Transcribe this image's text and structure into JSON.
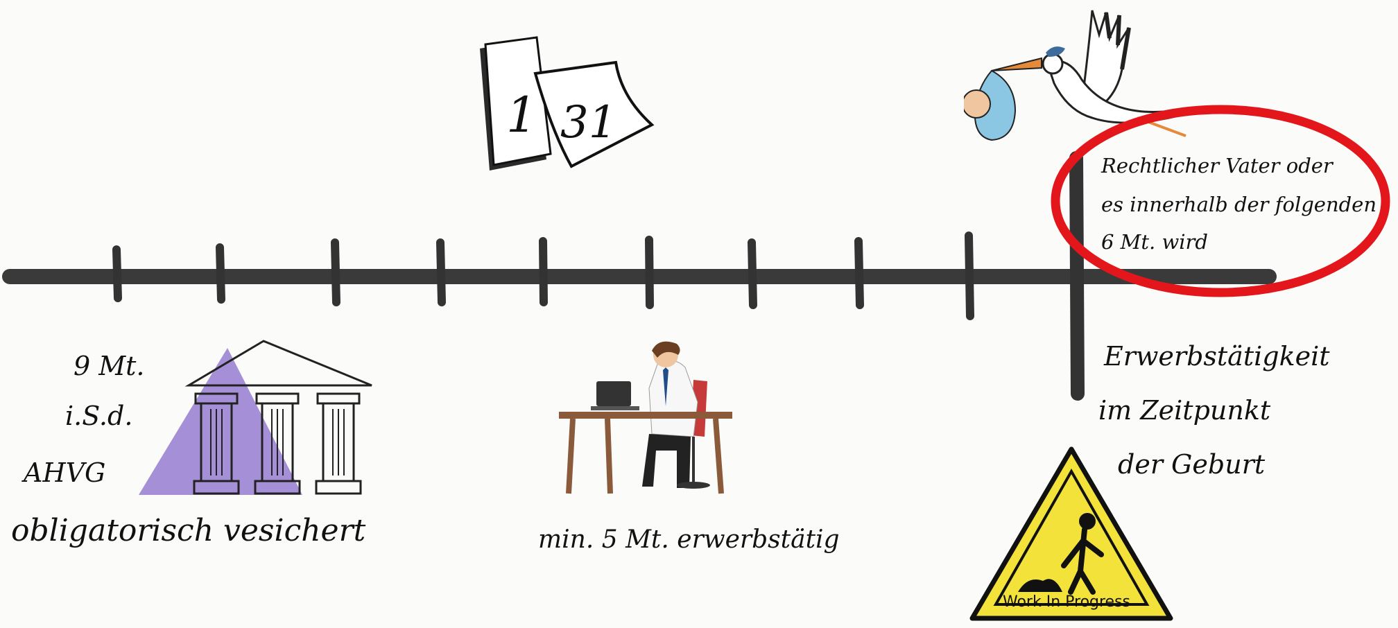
{
  "timeline": {
    "months_label": "9 Mt.",
    "insd_label": "i.S.d.",
    "law_label": "AHVG",
    "insured_caption": "obligatorisch vesichert",
    "work_caption": "min. 5 Mt. erwerbstätig",
    "father_note_lines": [
      "Rechtlicher Vater oder",
      "es innerhalb der folgenden",
      "6 Mt. wird"
    ],
    "employment_note_lines": [
      "Erwerbstätigkeit",
      "im Zeitpunkt",
      "der Geburt"
    ]
  },
  "calendar": {
    "left_number": "1",
    "right_number": "31"
  },
  "sign": {
    "text": "Work In Progress",
    "color": "#f3e23a"
  },
  "colors": {
    "highlight_ellipse": "#e3161b",
    "pyramid": "#a58fd6",
    "axis": "#3a3a3a"
  }
}
